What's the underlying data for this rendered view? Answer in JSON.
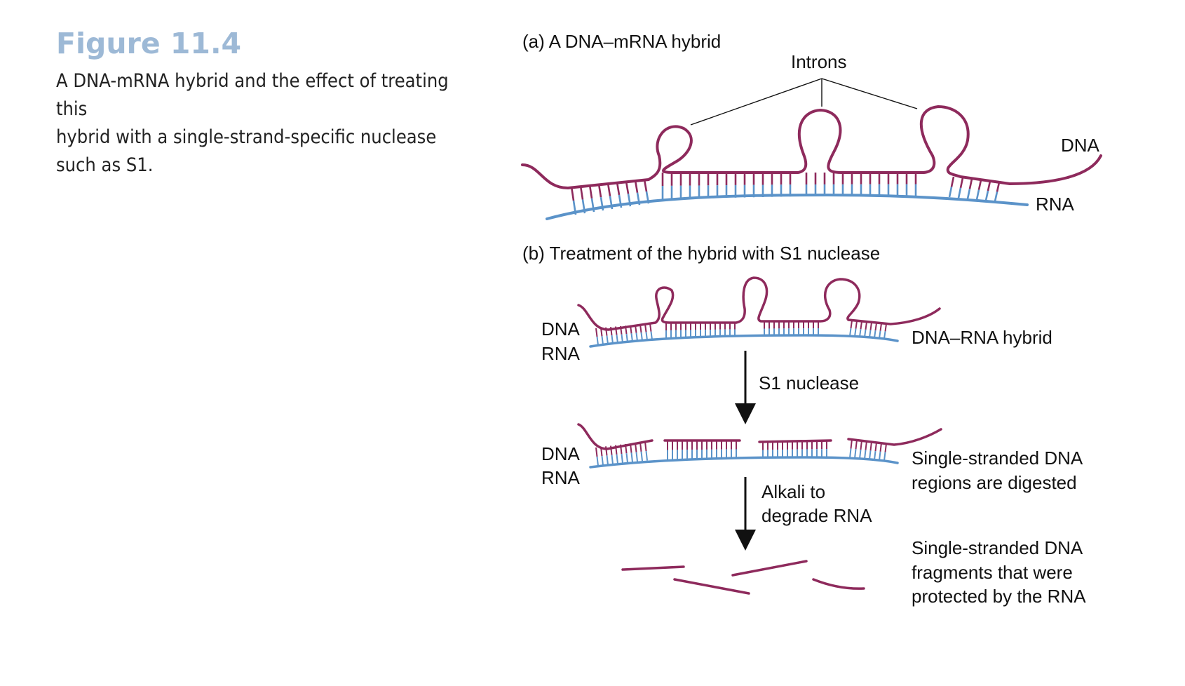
{
  "figure": {
    "title": "Figure 11.4",
    "lines": [
      "A DNA-mRNA hybrid and the effect of treating this",
      "hybrid with a single-strand-specific nuclease",
      "such as S1."
    ]
  },
  "panel_a": {
    "label": "(a)  A DNA–mRNA hybrid",
    "introns_label": "Introns",
    "dna_label": "DNA",
    "rna_label": "RNA"
  },
  "panel_b": {
    "label": "(b)  Treatment of the hybrid with S1 nuclease",
    "dna_label_1": "DNA",
    "rna_label_1": "RNA",
    "hybrid_label": "DNA–RNA hybrid",
    "step1": "S1 nuclease",
    "dna_label_2": "DNA",
    "rna_label_2": "RNA",
    "digested_line1": "Single-stranded DNA",
    "digested_line2": "regions are digested",
    "step2_line1": "Alkali to",
    "step2_line2": "degrade RNA",
    "fragments_line1": "Single-stranded DNA",
    "fragments_line2": "fragments that were",
    "fragments_line3": "protected by the RNA"
  },
  "colors": {
    "dna": "#8e2a5c",
    "rna": "#5b93c9",
    "caption_title": "#9db9d6"
  }
}
